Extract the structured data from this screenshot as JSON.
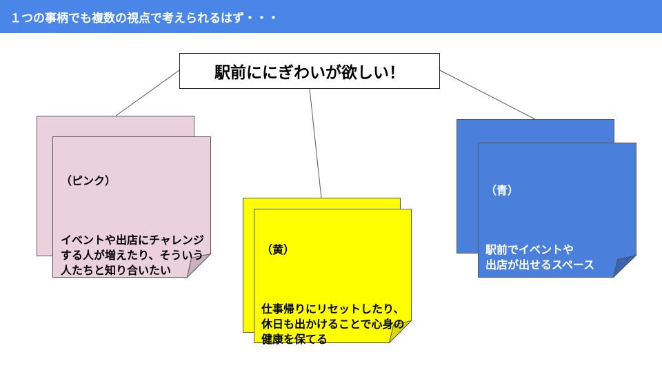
{
  "header": {
    "title": "１つの事柄でも複数の視点で考えられるはず・・・"
  },
  "center": {
    "text": "駅前ににぎわいが欲しい！"
  },
  "colors": {
    "header_bg": "#4a86e8",
    "pink": "#ead1dc",
    "pink_fold": "#c9b3bd",
    "yellow": "#ffff00",
    "yellow_fold": "#d8d800",
    "blue": "#4a7fdc",
    "blue_fold": "#3a62b0"
  },
  "notes": {
    "pink": {
      "label": "（ピンク）",
      "body": "イベントや出店にチャレンジする人が増えたり、そういう人たちと知り合いたい"
    },
    "yellow": {
      "label": "（黄）",
      "body": "仕事帰りにリセットしたり、休日も出かけることで心身の健康を保てる"
    },
    "blue": {
      "label": "（青）",
      "body": "駅前でイベントや\n出店が出せるスペース"
    }
  }
}
